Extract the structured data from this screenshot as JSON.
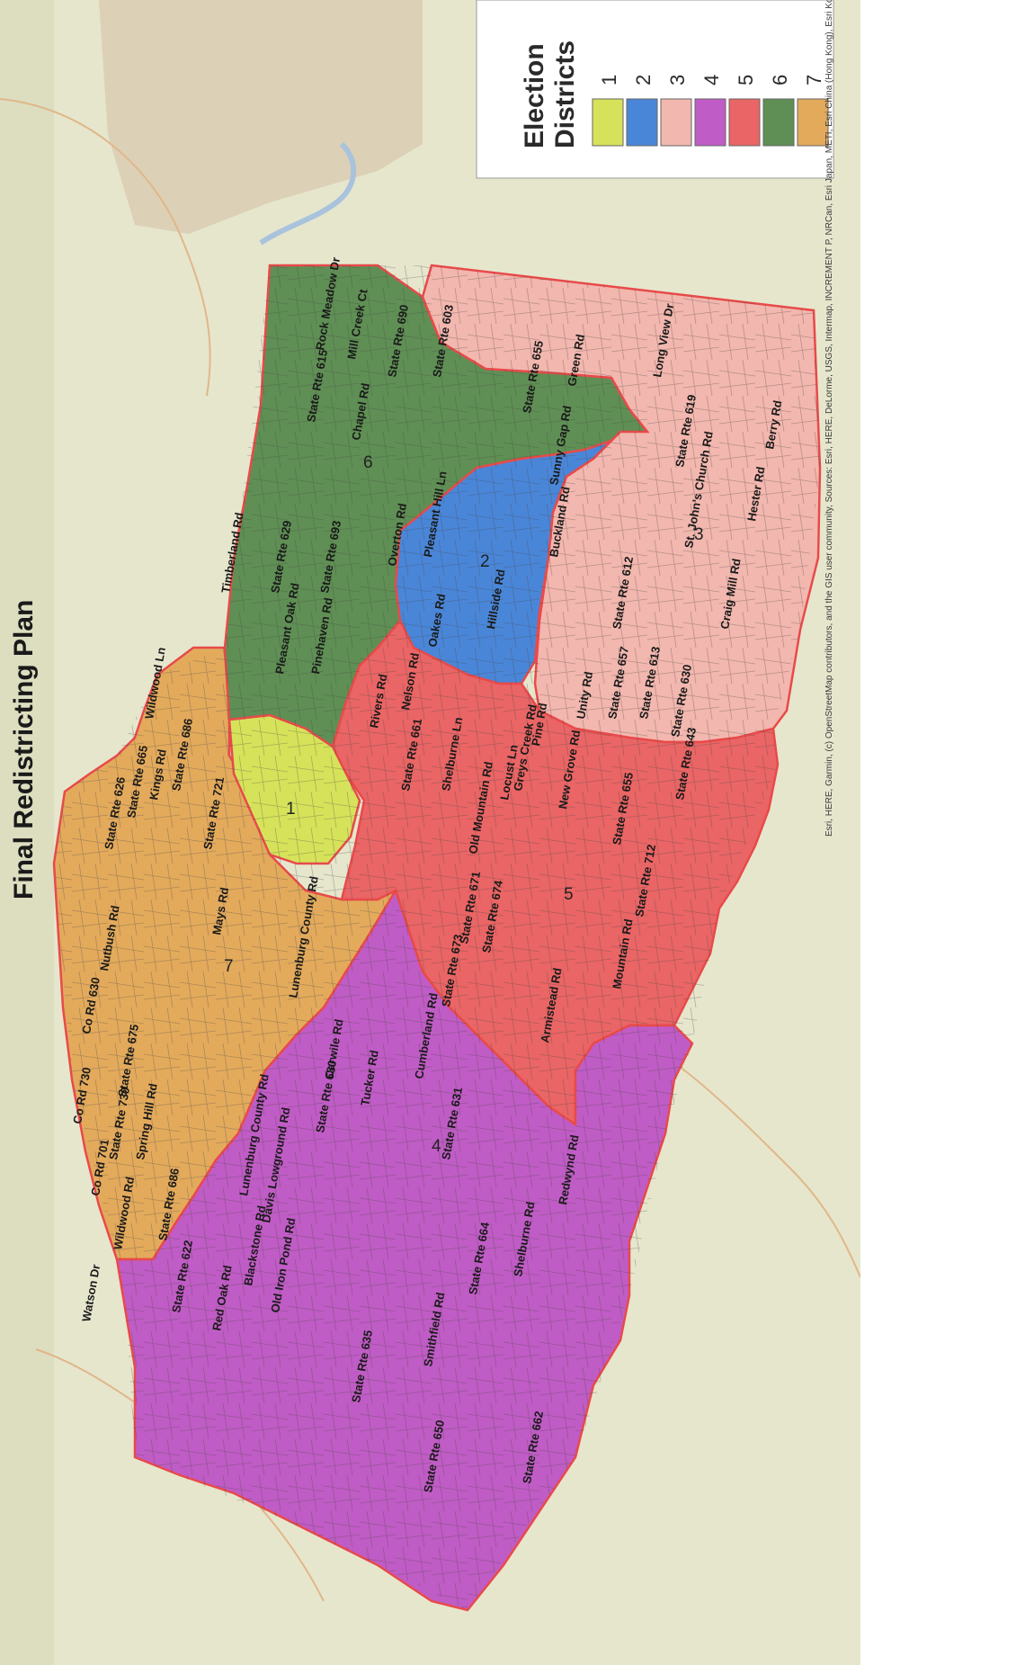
{
  "title": "Final Redistricting Plan",
  "legend": {
    "title_line1": "Election",
    "title_line2": "Districts",
    "items": [
      {
        "label": "1",
        "color": "#d6e35a"
      },
      {
        "label": "2",
        "color": "#4a86d8"
      },
      {
        "label": "3",
        "color": "#f2b7ae"
      },
      {
        "label": "4",
        "color": "#c05cc5"
      },
      {
        "label": "5",
        "color": "#ea6565"
      },
      {
        "label": "6",
        "color": "#5f8f54"
      },
      {
        "label": "7",
        "color": "#e3aa5c"
      }
    ]
  },
  "districts": [
    {
      "number": "1",
      "color": "#d6e35a"
    },
    {
      "number": "2",
      "color": "#4a86d8"
    },
    {
      "number": "3",
      "color": "#f2b7ae"
    },
    {
      "number": "4",
      "color": "#c05cc5"
    },
    {
      "number": "5",
      "color": "#ea6565"
    },
    {
      "number": "6",
      "color": "#5f8f54"
    },
    {
      "number": "7",
      "color": "#e3aa5c"
    }
  ],
  "road_labels": [
    "State Rte 626",
    "State Rte 665",
    "Nutbush Rd",
    "Kings Rd",
    "State Rte 686",
    "State Rte 721",
    "Mays Rd",
    "Lunenburg County Rd",
    "State Rte 675",
    "Spring Hill Rd",
    "State Rte 730",
    "Co Rd 730",
    "Co Rd 630",
    "Co Rd 701",
    "State Rte 686",
    "Wildwood Rd",
    "Watson Dr",
    "Blackstone Rd",
    "State Rte 622",
    "Red Oak Rd",
    "Lunenburg County Rd",
    "Davis Lowground Rd",
    "State Rte 680",
    "Tucker Rd",
    "State Rte 631",
    "State Rte 664",
    "State Rte 635",
    "State Rte 650",
    "State Rte 662",
    "Smithfield Rd",
    "Redwynd Rd",
    "Shelburne Rd",
    "Old Iron Pond Rd",
    "Carwile Rd",
    "Cumberland Rd",
    "State Rte 671",
    "State Rte 673",
    "State Rte 674",
    "State Rte 712",
    "State Rte 655",
    "Mountain Rd",
    "Armistead Rd",
    "State Rte 643",
    "New Grove Rd",
    "Locust Ln",
    "Old Mountain Rd",
    "Shelburne Ln",
    "State Rte 661",
    "Pine Rd",
    "Greys Creek Rd",
    "Rivers Rd",
    "Nelson Rd",
    "Oakes Rd",
    "Hillside Rd",
    "Pleasant Hill Ln",
    "Buckland Rd",
    "State Rte 612",
    "State Rte 657",
    "Craig Mill Rd",
    "State Rte 613",
    "Unity Rd",
    "State Rte 630",
    "St. John's Church Rd",
    "Hester Rd",
    "Long View Dr",
    "State Rte 619",
    "Berry Rd",
    "State Rte 655",
    "Pleasant Oak Rd",
    "Pinehaven Rd",
    "State Rte 693",
    "State Rte 629",
    "Chapel Rd",
    "State Rte 615",
    "Rock Meadow Dr",
    "State Rte 603",
    "Mill Creek Ct",
    "State Rte 690",
    "Overton Rd",
    "Sunny Gap Rd",
    "Green Rd",
    "Timberland Rd",
    "Wildwood Ln"
  ],
  "district_number_labels": [
    "1",
    "2",
    "3",
    "4",
    "5",
    "6",
    "7"
  ],
  "attribution": "Esri, HERE, Garmin, (c) OpenStreetMap contributors, and the GIS user community, Sources: Esri, HERE, DeLorme, USGS, Intermap, INCREMENT P, NRCan, Esri Japan, METI, Esri China (Hong Kong), Esri Korea, Esri (Thailand), MapmyIndia, NGCC, © OpenStreetMap contributors, and the GIS User Community"
}
